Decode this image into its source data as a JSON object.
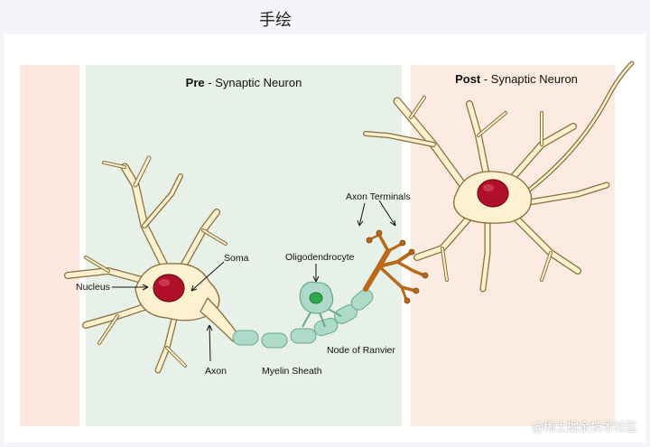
{
  "header": {
    "title": "手绘"
  },
  "diagram": {
    "pre_title_bold": "Pre",
    "pre_title_rest": " - Synaptic Neuron",
    "post_title_bold": "Post",
    "post_title_rest": " - Synaptic Neuron",
    "labels": {
      "nucleus": "Nucleus",
      "soma": "Soma",
      "axon": "Axon",
      "myelin_sheath": "Myelin Sheath",
      "node_of_ranvier": "Node of Ranvier",
      "oligodendrocyte": "Oligodendrocyte",
      "axon_terminals": "Axon Terminals"
    },
    "colors": {
      "pre_panel": "#e7f1e8",
      "post_panel": "#fcebe0",
      "left_strip": "#fde9e0",
      "neuron_fill": "#fdf1d0",
      "neuron_stroke": "#8a6d3b",
      "nucleus": "#b0102a",
      "myelin": "#aedbc9",
      "oligodendrocyte_core": "#2fa84f",
      "axon_terminal": "#b86a1a"
    }
  },
  "watermark": {
    "text": "@稀土掘金技术社区"
  }
}
